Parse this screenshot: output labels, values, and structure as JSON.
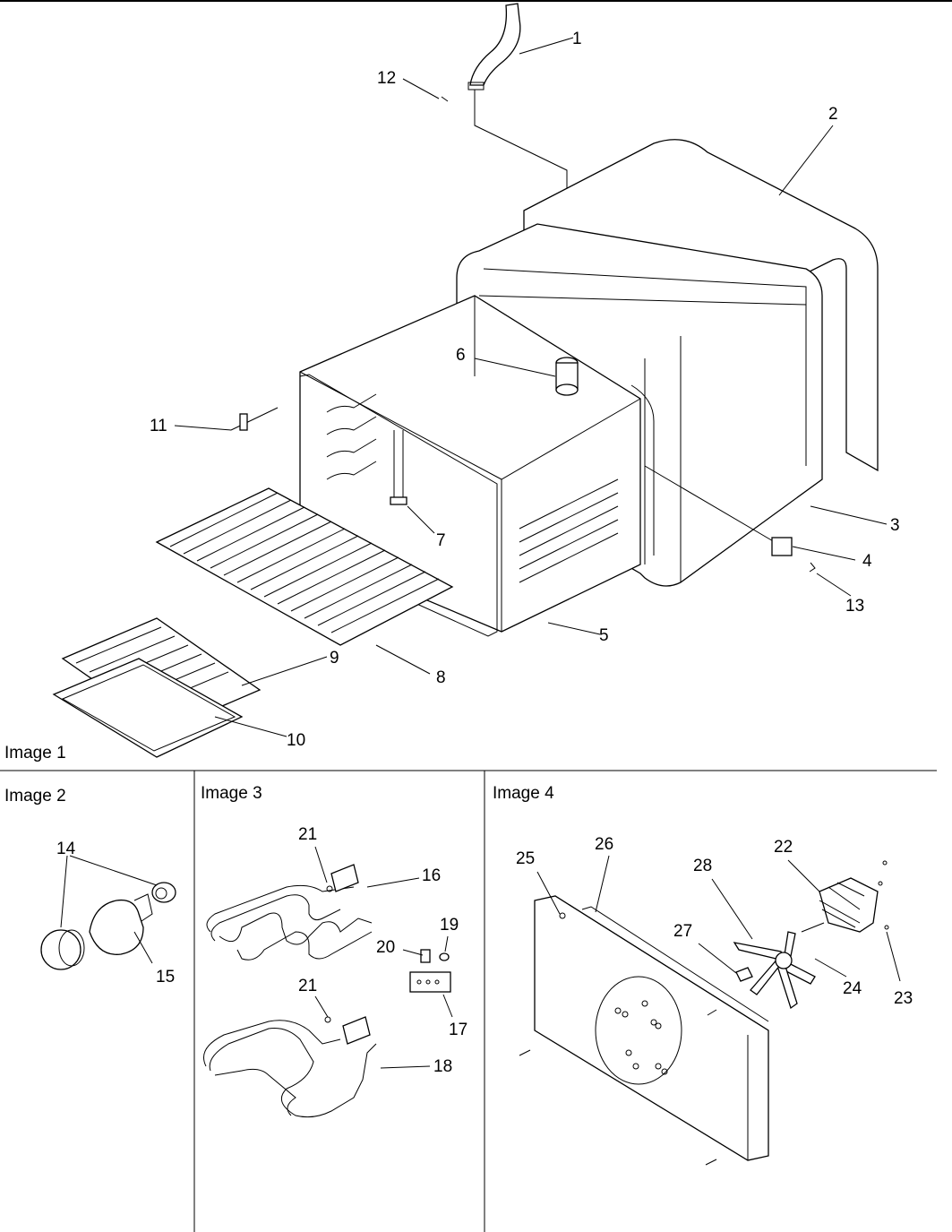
{
  "panels": [
    {
      "id": "image-1",
      "caption": "Image 1"
    },
    {
      "id": "image-2",
      "caption": "Image 2"
    },
    {
      "id": "image-3",
      "caption": "Image 3"
    },
    {
      "id": "image-4",
      "caption": "Image 4"
    }
  ],
  "callouts": [
    "1",
    "2",
    "3",
    "4",
    "5",
    "6",
    "7",
    "8",
    "9",
    "10",
    "11",
    "12",
    "13",
    "14",
    "15",
    "16",
    "17",
    "18",
    "19",
    "20",
    "21",
    "22",
    "23",
    "24",
    "25",
    "26",
    "27",
    "28"
  ],
  "callout_21_second": "21"
}
